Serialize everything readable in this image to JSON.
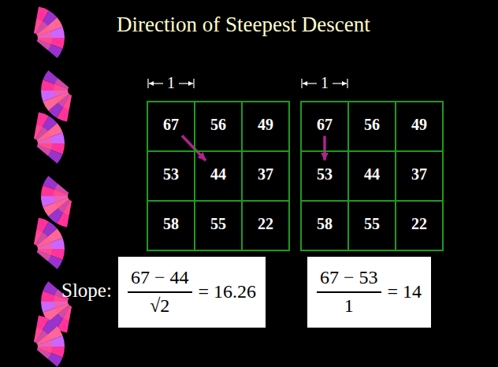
{
  "diagram": {
    "title": "Direction of Steepest Descent",
    "nodes": [
      {
        "text": [
          "67"
        ]
      },
      {
        "text": [
          "56"
        ]
      },
      {
        "text": [
          "49"
        ]
      },
      {
        "text": [
          "53"
        ]
      },
      {
        "text": [
          "44"
        ]
      },
      {
        "text": [
          "37"
        ]
      },
      {
        "text": [
          "58"
        ]
      },
      {
        "text": [
          "55"
        ]
      },
      {
        "text": [
          "22"
        ]
      },
      {
        "text": [
          "67"
        ]
      },
      {
        "text": [
          "56"
        ]
      },
      {
        "text": [
          "49"
        ]
      },
      {
        "text": [
          "53"
        ]
      },
      {
        "text": [
          "44"
        ]
      },
      {
        "text": [
          "37"
        ]
      },
      {
        "text": [
          "58"
        ]
      },
      {
        "text": [
          "55"
        ]
      },
      {
        "text": [
          "22"
        ]
      },
      {
        "text": [
          "67 − 44",
          "√2",
          "= 16.26"
        ]
      },
      {
        "text": [
          "67 − 53",
          "1",
          "= 14"
        ]
      }
    ],
    "edges": [
      {
        "from": 0,
        "to": 4,
        "arrow": "to"
      },
      {
        "from": 9,
        "to": 12,
        "arrow": "to"
      }
    ],
    "labels": [
      "Slope:",
      "1",
      "1"
    ]
  }
}
